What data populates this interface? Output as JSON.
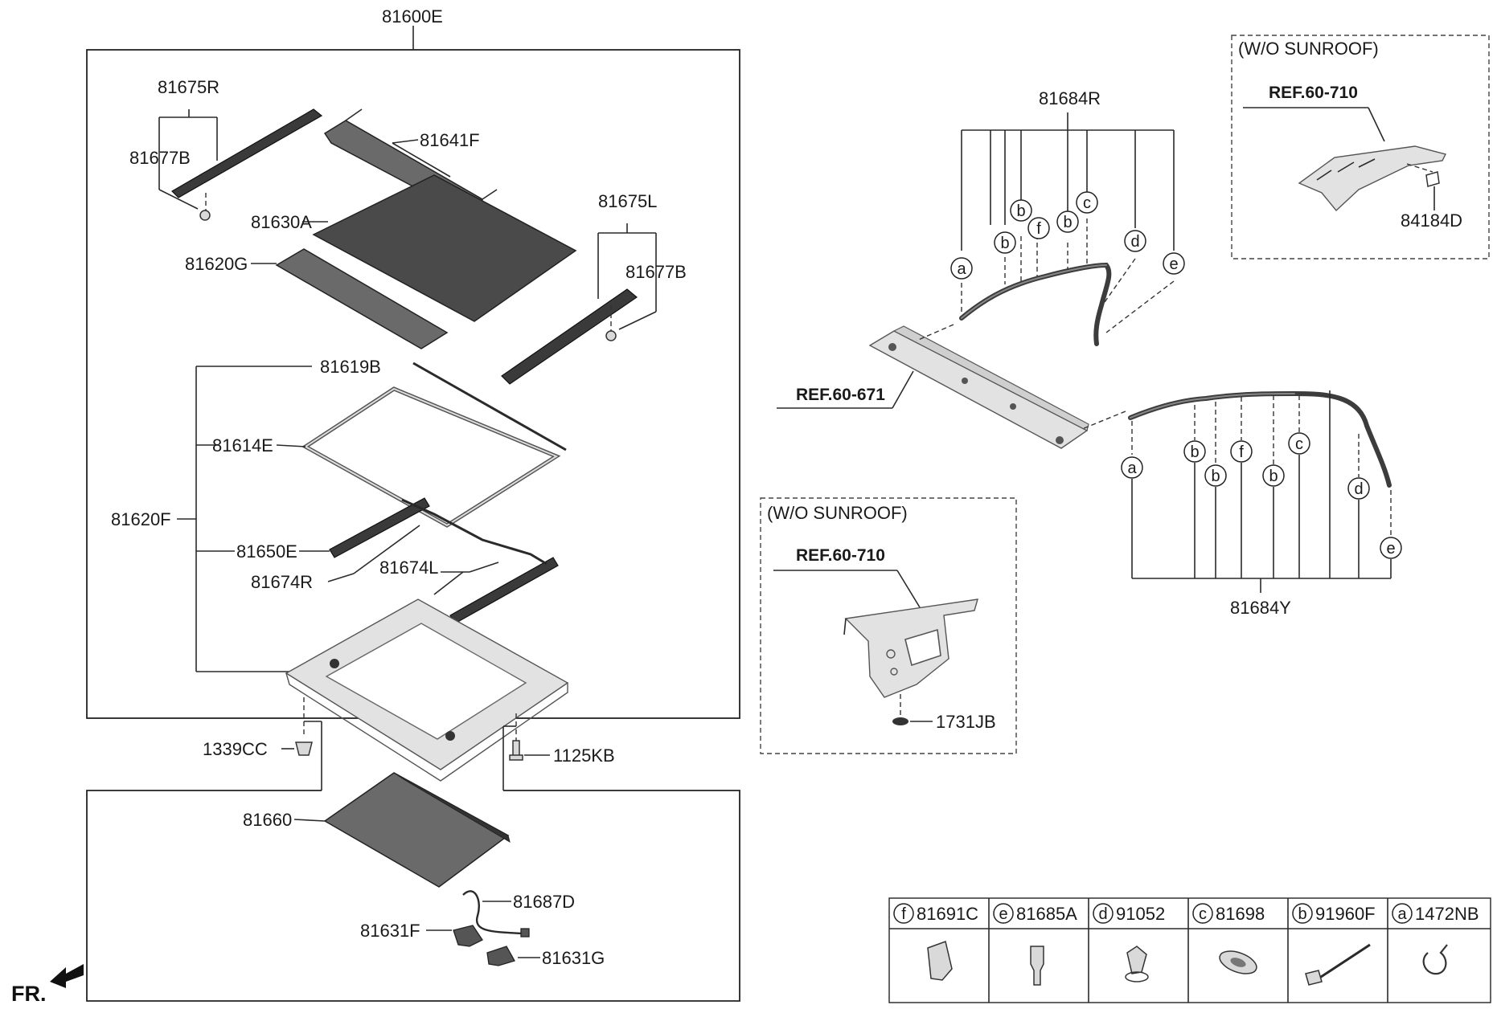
{
  "labels": {
    "assy": "81600E",
    "molding_r": "81675R",
    "clip_r": "81677B",
    "deflector": "81641F",
    "glass_front": "81630A",
    "glass_rear": "81620G",
    "molding_l": "81675L",
    "clip_l": "81677B",
    "weatherstrip": "81619B",
    "seal": "81614E",
    "frame": "81620F",
    "guide": "81650E",
    "rail_r": "81674R",
    "rail_l": "81674L",
    "nut": "1339CC",
    "bolt": "1125KB",
    "sunshade": "81660",
    "sub_harness": "81687D",
    "motor_f": "81631F",
    "motor_g": "81631G",
    "harness_r": "81684R",
    "harness_y": "81684Y",
    "ref_roof": "REF.60-671",
    "panel_top_heading": "(W/O SUNROOF)",
    "panel_top_ref": "REF.60-710",
    "panel_top_part": "84184D",
    "panel_mid_heading": "(W/O SUNROOF)",
    "panel_mid_ref": "REF.60-710",
    "panel_mid_part": "1731JB",
    "front_indicator": "FR."
  },
  "callouts_upper": [
    "a",
    "b",
    "b",
    "f",
    "b",
    "c",
    "d",
    "e"
  ],
  "callouts_lower": [
    "a",
    "b",
    "b",
    "f",
    "b",
    "c",
    "d",
    "e"
  ],
  "legend": [
    {
      "letter": "f",
      "part": "81691C"
    },
    {
      "letter": "e",
      "part": "81685A"
    },
    {
      "letter": "d",
      "part": "91052"
    },
    {
      "letter": "c",
      "part": "81698"
    },
    {
      "letter": "b",
      "part": "91960F"
    },
    {
      "letter": "a",
      "part": "1472NB"
    }
  ]
}
